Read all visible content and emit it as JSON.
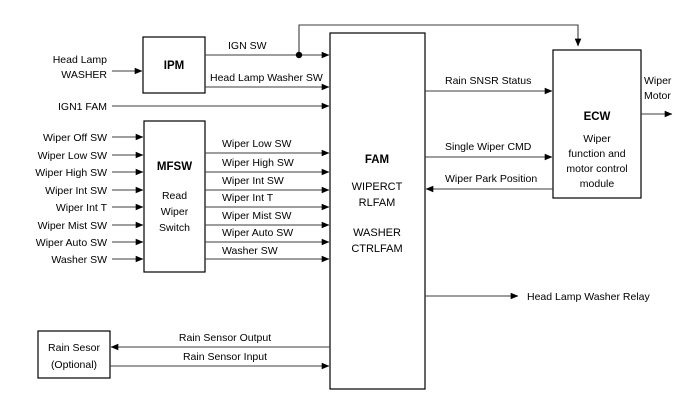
{
  "diagram": {
    "type": "block-diagram",
    "title": "Wiper and Washer System Block Diagram",
    "blocks": [
      {
        "id": "ipm",
        "title": "IPM",
        "subtitle_lines": []
      },
      {
        "id": "mfsw",
        "title": "MFSW",
        "subtitle_lines": [
          "Read",
          "Wiper",
          "Switch"
        ]
      },
      {
        "id": "fam",
        "title": "FAM",
        "subtitle_lines": [
          "WIPERCT",
          "RLFAM",
          "WASHER",
          "CTRLFAM"
        ]
      },
      {
        "id": "ecw",
        "title": "ECW",
        "subtitle_lines": [
          "Wiper",
          "function and",
          "motor control",
          "module"
        ]
      },
      {
        "id": "rain_sensor",
        "title": "Rain Sesor",
        "subtitle_lines": [
          "(Optional)"
        ]
      }
    ],
    "external_inputs_left": [
      {
        "label_lines": [
          "Head Lamp",
          "WASHER"
        ],
        "target": "ipm"
      },
      {
        "label_lines": [
          "IGN1 FAM"
        ],
        "target": "fam"
      },
      {
        "label_lines": [
          "Wiper Off SW"
        ],
        "target": "mfsw"
      },
      {
        "label_lines": [
          "Wiper Low SW"
        ],
        "target": "mfsw"
      },
      {
        "label_lines": [
          "Wiper High SW"
        ],
        "target": "mfsw"
      },
      {
        "label_lines": [
          "Wiper Int SW"
        ],
        "target": "mfsw"
      },
      {
        "label_lines": [
          "Wiper Int T"
        ],
        "target": "mfsw"
      },
      {
        "label_lines": [
          "Wiper Mist SW"
        ],
        "target": "mfsw"
      },
      {
        "label_lines": [
          "Wiper Auto SW"
        ],
        "target": "mfsw"
      },
      {
        "label_lines": [
          "Washer SW"
        ],
        "target": "mfsw"
      }
    ],
    "signals": [
      {
        "label": "IGN SW",
        "from": "ipm",
        "to": "fam",
        "branch_to": "ecw"
      },
      {
        "label": "Head Lamp Washer SW",
        "from": "ipm",
        "to": "fam"
      },
      {
        "label": "Wiper Low SW",
        "from": "mfsw",
        "to": "fam"
      },
      {
        "label": "Wiper High SW",
        "from": "mfsw",
        "to": "fam"
      },
      {
        "label": "Wiper Int SW",
        "from": "mfsw",
        "to": "fam"
      },
      {
        "label": "Wiper Int T",
        "from": "mfsw",
        "to": "fam"
      },
      {
        "label": "Wiper Mist SW",
        "from": "mfsw",
        "to": "fam"
      },
      {
        "label": "Wiper Auto SW",
        "from": "mfsw",
        "to": "fam"
      },
      {
        "label": "Washer SW",
        "from": "mfsw",
        "to": "fam"
      },
      {
        "label": "Rain SNSR Status",
        "from": "fam",
        "to": "ecw"
      },
      {
        "label": "Single Wiper CMD",
        "from": "fam",
        "to": "ecw"
      },
      {
        "label": "Wiper Park Position",
        "from": "ecw",
        "to": "fam"
      },
      {
        "label": "Rain Sensor Output",
        "from": "fam",
        "to": "rain_sensor"
      },
      {
        "label": "Rain Sensor Input",
        "from": "rain_sensor",
        "to": "fam"
      }
    ],
    "external_outputs_right": [
      {
        "label_lines": [
          "Wiper",
          "Motor"
        ],
        "from": "ecw"
      },
      {
        "label_lines": [
          "Head Lamp Washer Relay"
        ],
        "from": "fam"
      }
    ],
    "text": {
      "head_lamp_washer_l1": "Head Lamp",
      "head_lamp_washer_l2": "WASHER",
      "ign1_fam": "IGN1 FAM",
      "wiper_off_sw": "Wiper Off SW",
      "wiper_low_sw_in": "Wiper Low SW",
      "wiper_high_sw_in": "Wiper High SW",
      "wiper_int_sw_in": "Wiper Int SW",
      "wiper_int_t_in": "Wiper Int T",
      "wiper_mist_sw_in": "Wiper Mist SW",
      "wiper_auto_sw_in": "Wiper Auto SW",
      "washer_sw_in": "Washer SW",
      "ipm_title": "IPM",
      "mfsw_title": "MFSW",
      "mfsw_l1": "Read",
      "mfsw_l2": "Wiper",
      "mfsw_l3": "Switch",
      "ign_sw": "IGN SW",
      "head_lamp_washer_sw": "Head Lamp Washer SW",
      "wiper_low_sw_out": "Wiper Low SW",
      "wiper_high_sw_out": "Wiper High SW",
      "wiper_int_sw_out": "Wiper Int SW",
      "wiper_int_t_out": "Wiper Int T",
      "wiper_mist_sw_out": "Wiper Mist SW",
      "wiper_auto_sw_out": "Wiper Auto SW",
      "washer_sw_out": "Washer SW",
      "fam_title": "FAM",
      "fam_l1": "WIPERCT",
      "fam_l2": "RLFAM",
      "fam_l3": "WASHER",
      "fam_l4": "CTRLFAM",
      "rain_snsr_status": "Rain SNSR Status",
      "single_wiper_cmd": "Single Wiper CMD",
      "wiper_park_position": "Wiper Park Position",
      "ecw_title": "ECW",
      "ecw_l1": "Wiper",
      "ecw_l2": "function and",
      "ecw_l3": "motor control",
      "ecw_l4": "module",
      "wiper_motor_l1": "Wiper",
      "wiper_motor_l2": "Motor",
      "head_lamp_washer_relay": "Head Lamp Washer Relay",
      "rain_sensor_title": "Rain Sesor",
      "rain_sensor_sub": "(Optional)",
      "rain_sensor_output": "Rain Sensor Output",
      "rain_sensor_input": "Rain Sensor Input"
    },
    "colors": {
      "background": "#ffffff",
      "block_stroke": "#000000",
      "wire": "#3d3d3d",
      "text": "#000000"
    }
  }
}
